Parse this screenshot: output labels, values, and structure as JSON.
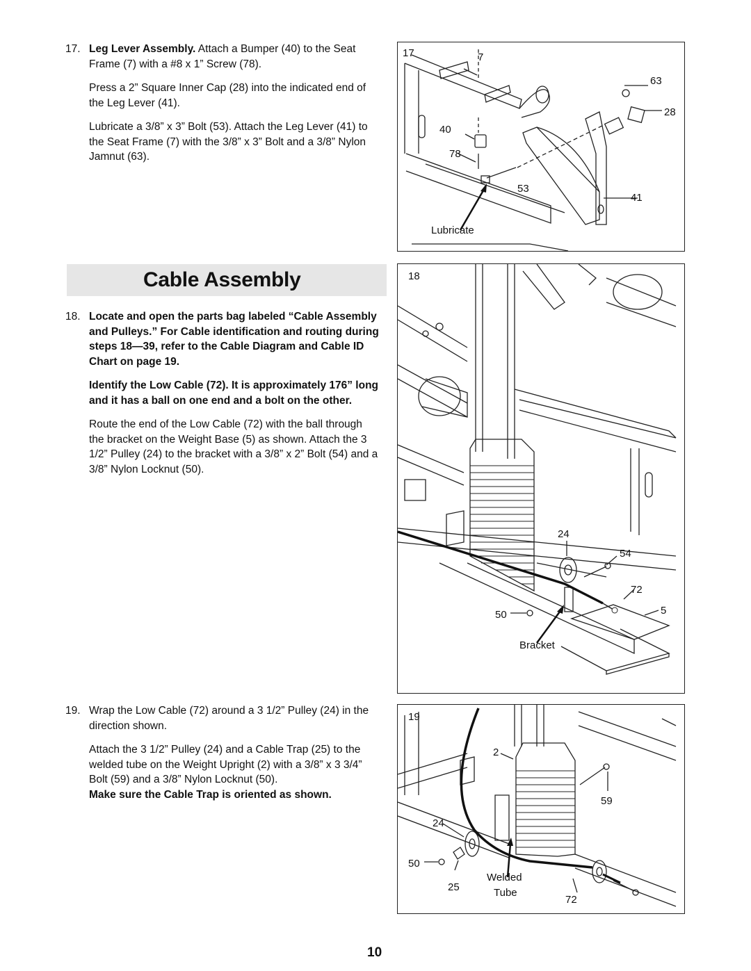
{
  "page_number": "10",
  "section_title": "Cable Assembly",
  "step17": {
    "num": "17.",
    "heading": "Leg Lever Assembly.",
    "text1": " Attach a Bumper (40) to the Seat Frame (7) with a #8 x 1” Screw (78).",
    "text2": "Press a 2” Square Inner Cap (28) into the indicated end of the Leg Lever (41).",
    "text3": "Lubricate a 3/8” x 3” Bolt (53). Attach the Leg Lever (41) to the Seat Frame (7) with the 3/8” x 3” Bolt and a 3/8” Nylon Jamnut (63)."
  },
  "step18": {
    "num": "18.",
    "bold1": "Locate and open the parts bag labeled “Cable Assembly and Pulleys.” For Cable identification and routing during steps 18—39, refer to the Cable Diagram and Cable ID Chart on page 19.",
    "bold2": "Identify the Low Cable (72). It is approximately 176” long and it has a ball on one end and a bolt on the other.",
    "text": "Route the end of the Low Cable (72) with the ball through the bracket on the Weight Base (5) as shown. Attach the 3 1/2” Pulley (24) to the bracket with a 3/8” x 2” Bolt (54) and a 3/8” Nylon Locknut (50)."
  },
  "step19": {
    "num": "19.",
    "text1": "Wrap the Low Cable (72) around a 3 1/2” Pulley (24) in the direction shown.",
    "text2": "Attach the 3 1/2” Pulley (24) and a Cable Trap (25) to the welded tube on the Weight Upright (2) with a 3/8” x 3 3/4” Bolt (59) and a 3/8” Nylon Locknut (50).",
    "bold": "Make sure the Cable Trap is oriented as shown."
  },
  "fig17": {
    "step": "17",
    "l7": "7",
    "l63": "63",
    "l28": "28",
    "l40": "40",
    "l78": "78",
    "l53": "53",
    "l41": "41",
    "lubricate": "Lubricate"
  },
  "fig18": {
    "step": "18",
    "l24": "24",
    "l54": "54",
    "l72": "72",
    "l50": "50",
    "l5": "5",
    "bracket": "Bracket"
  },
  "fig19": {
    "step": "19",
    "l2": "2",
    "l59": "59",
    "l24": "24",
    "l50": "50",
    "l25": "25",
    "welded": "Welded",
    "tube": "Tube",
    "l72": "72"
  }
}
